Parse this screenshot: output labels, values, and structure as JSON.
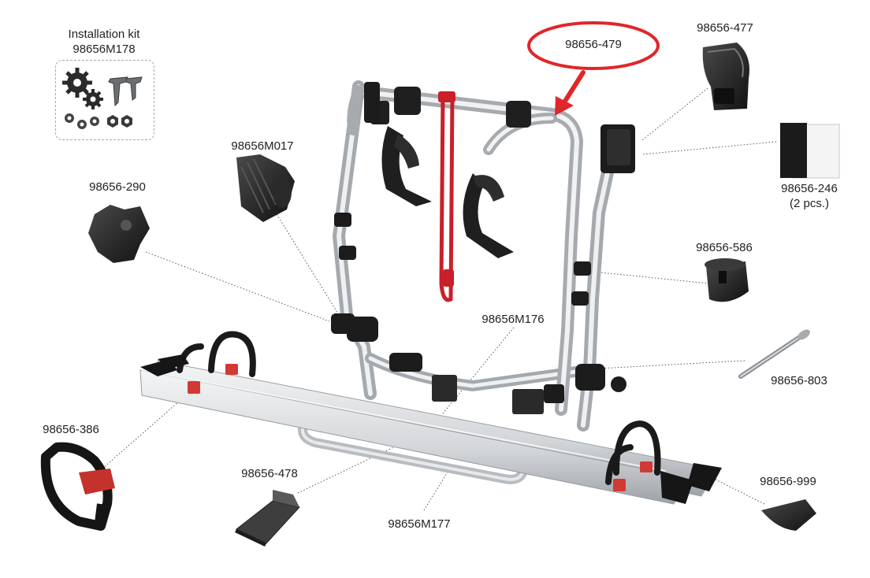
{
  "kit": {
    "title": "Installation kit",
    "part": "98656M178"
  },
  "parts": {
    "p479": "98656-479",
    "p477": "98656-477",
    "p246": "98656-246",
    "p246_qty": "(2 pcs.)",
    "pM017": "98656M017",
    "p290": "98656-290",
    "p586": "98656-586",
    "pM176": "98656M176",
    "p803": "98656-803",
    "p386": "98656-386",
    "p478": "98656-478",
    "p999": "98656-999",
    "pM177": "98656M177"
  },
  "colors": {
    "highlight": "#e0262b",
    "strap_red": "#c9202a",
    "aluminium": "#d4d6d8",
    "plastic": "#1e1e1e",
    "leader": "#555555"
  },
  "icons": [
    "gear-icon",
    "screw-icon",
    "chain-icon",
    "nut-icon"
  ]
}
